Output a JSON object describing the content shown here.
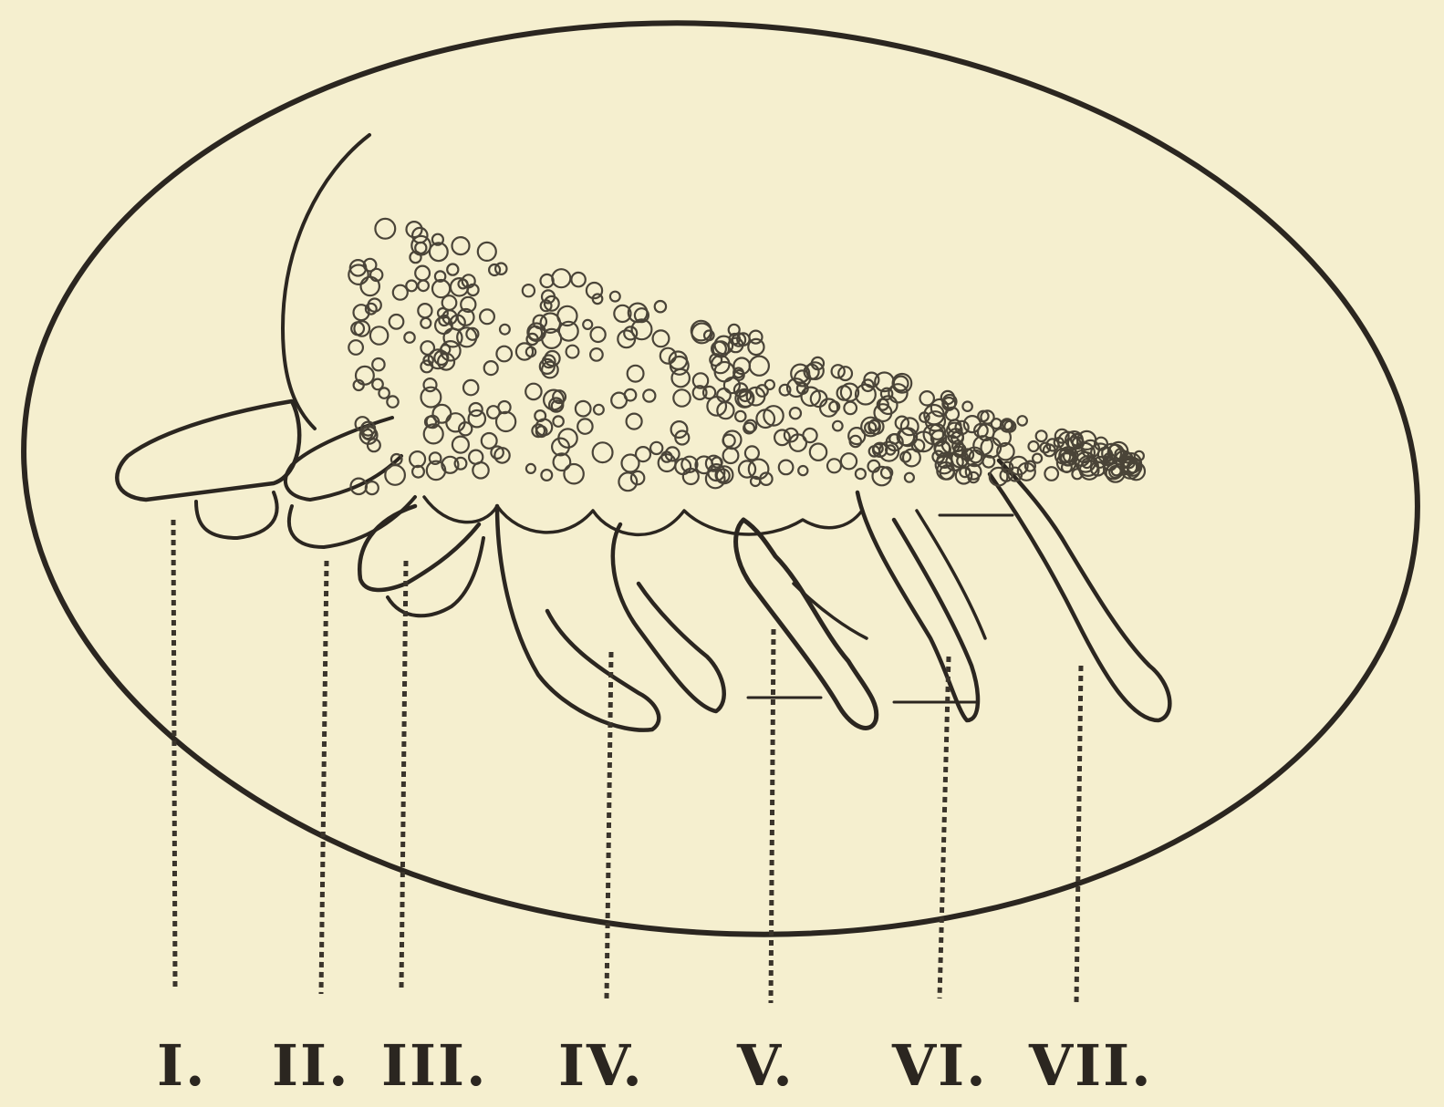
{
  "figure": {
    "labels": [
      "I.",
      "II.",
      "III.",
      "IV.",
      "V.",
      "VI.",
      "VII."
    ]
  },
  "colors": {
    "paper": "#f5efcf",
    "ink": "#2b2620"
  }
}
